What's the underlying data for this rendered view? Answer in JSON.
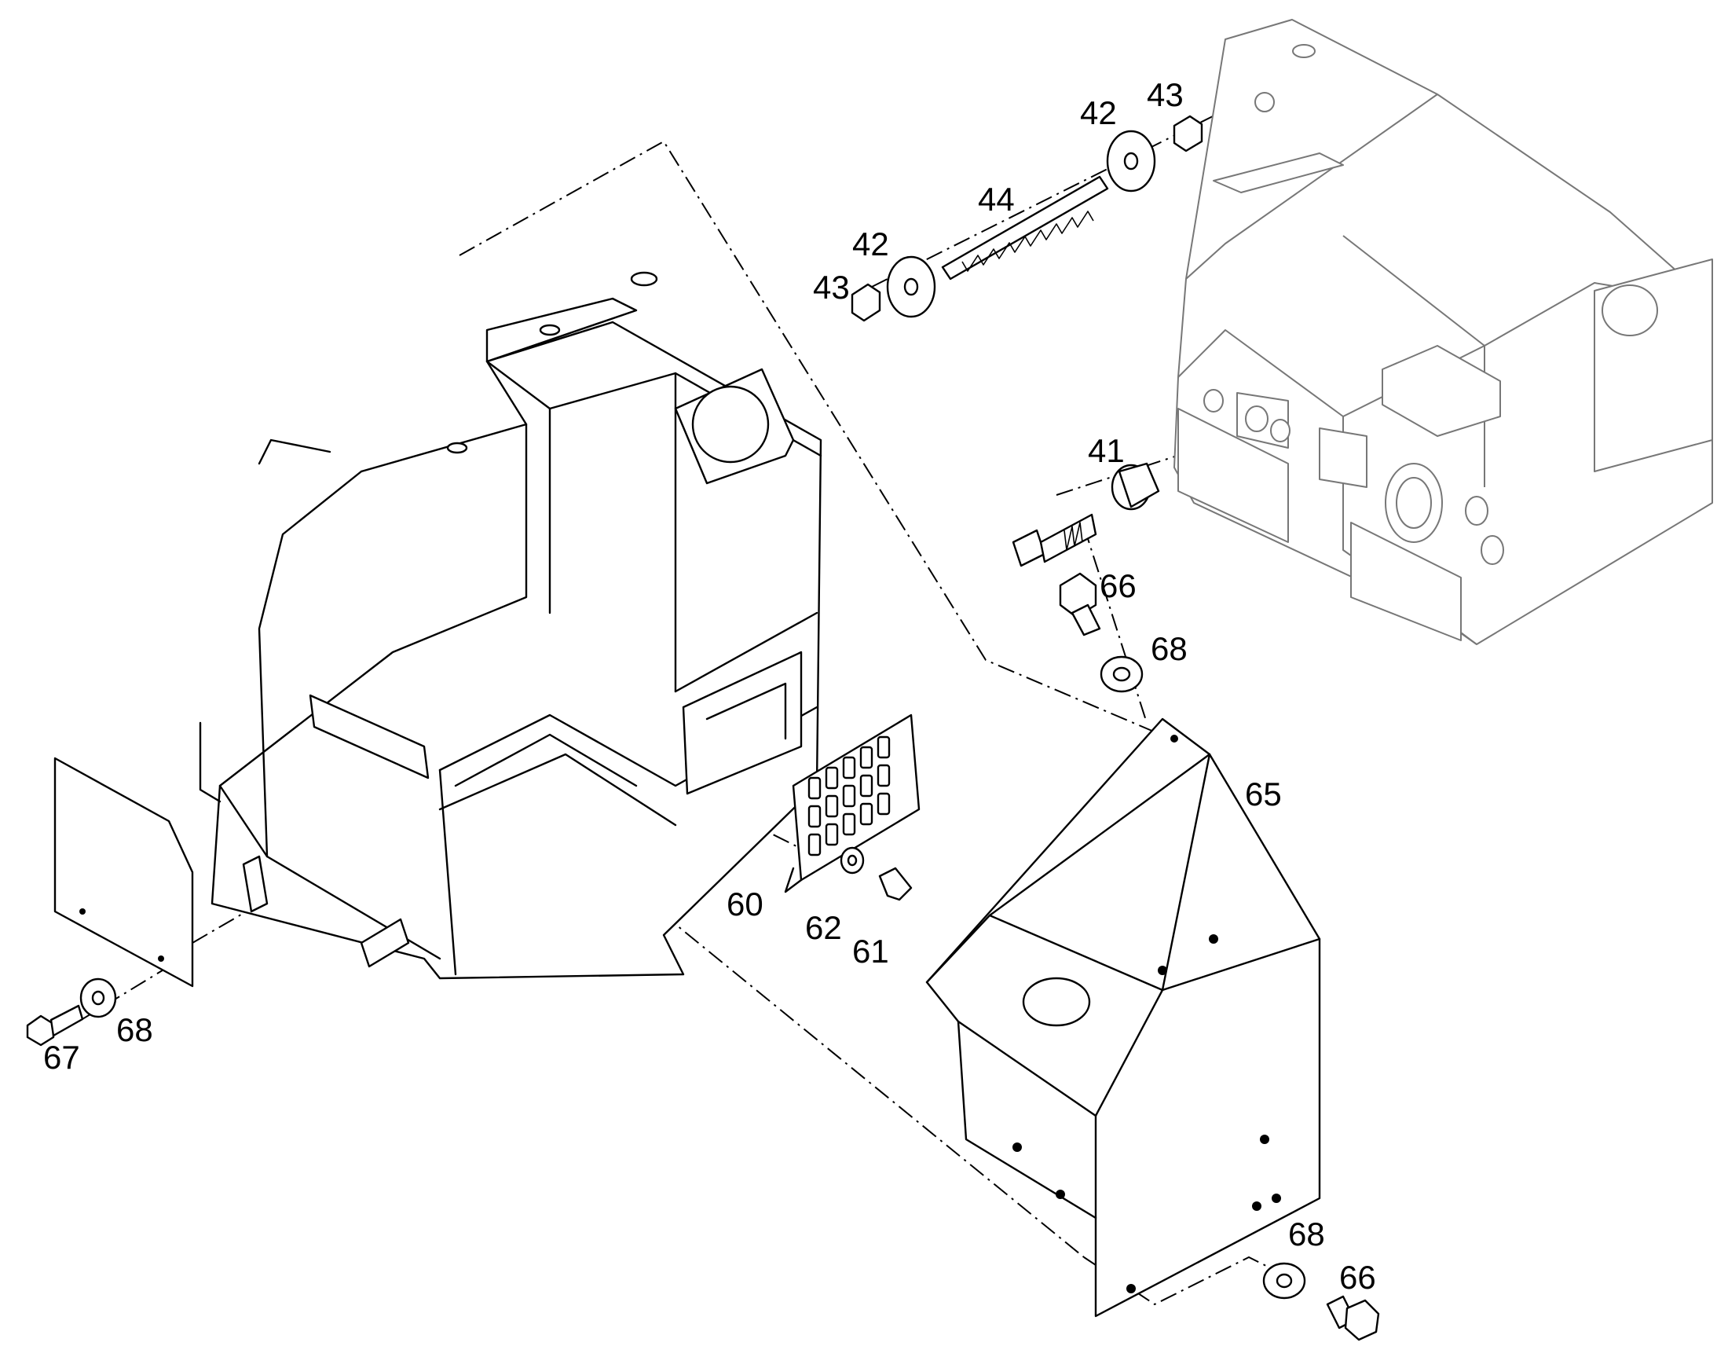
{
  "callouts": [
    {
      "id": "c-44",
      "text": "44"
    },
    {
      "id": "c-42a",
      "text": "42"
    },
    {
      "id": "c-43a",
      "text": "43"
    },
    {
      "id": "c-42b",
      "text": "42"
    },
    {
      "id": "c-43b",
      "text": "43"
    },
    {
      "id": "c-41",
      "text": "41"
    },
    {
      "id": "c-66a",
      "text": "66"
    },
    {
      "id": "c-68a",
      "text": "68"
    },
    {
      "id": "c-65",
      "text": "65"
    },
    {
      "id": "c-60",
      "text": "60"
    },
    {
      "id": "c-62",
      "text": "62"
    },
    {
      "id": "c-61",
      "text": "61"
    },
    {
      "id": "c-67",
      "text": "67"
    },
    {
      "id": "c-68b",
      "text": "68"
    },
    {
      "id": "c-68c",
      "text": "68"
    },
    {
      "id": "c-66b",
      "text": "66"
    }
  ]
}
